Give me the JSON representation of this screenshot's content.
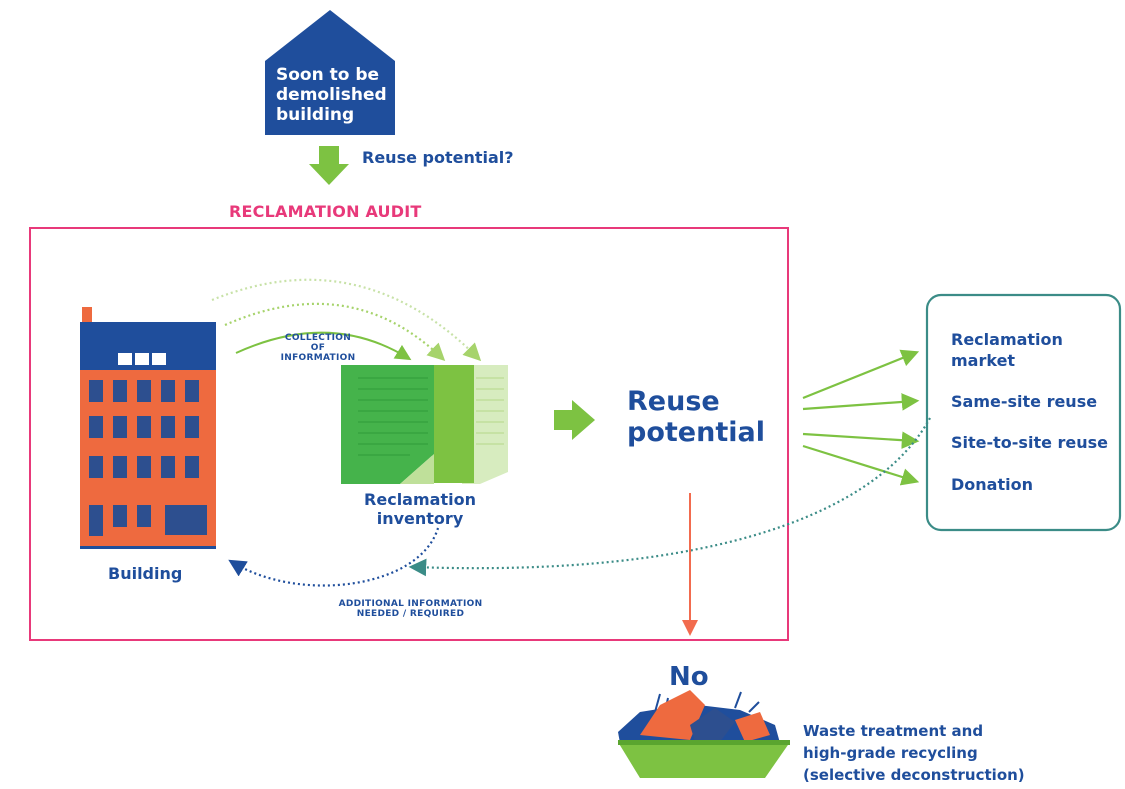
{
  "house": {
    "lines": [
      "Soon to be",
      "demolished",
      "building"
    ]
  },
  "question": "Reuse potential?",
  "audit_title": "RECLAMATION AUDIT",
  "collection_label": [
    "COLLECTION",
    "OF",
    "INFORMATION"
  ],
  "building_label": "Building",
  "inventory_label": [
    "Reclamation",
    "inventory"
  ],
  "reuse_potential": [
    "Reuse",
    "potential"
  ],
  "additional_label": [
    "ADDITIONAL INFORMATION",
    "NEEDED / REQUIRED"
  ],
  "outcomes": [
    "Reclamation",
    "market",
    "Same-site reuse",
    "Site-to-site reuse",
    "Donation"
  ],
  "no_label": "No",
  "waste_label": [
    "Waste treatment and",
    "high-grade recycling",
    "(selective deconstruction)"
  ],
  "colors": {
    "navy": "#1f4e9c",
    "pink": "#e8397a",
    "green": "#7dc242",
    "teal": "#3b8c87",
    "orange_red": "#f26b4e",
    "brick": "#ee6a3f"
  }
}
